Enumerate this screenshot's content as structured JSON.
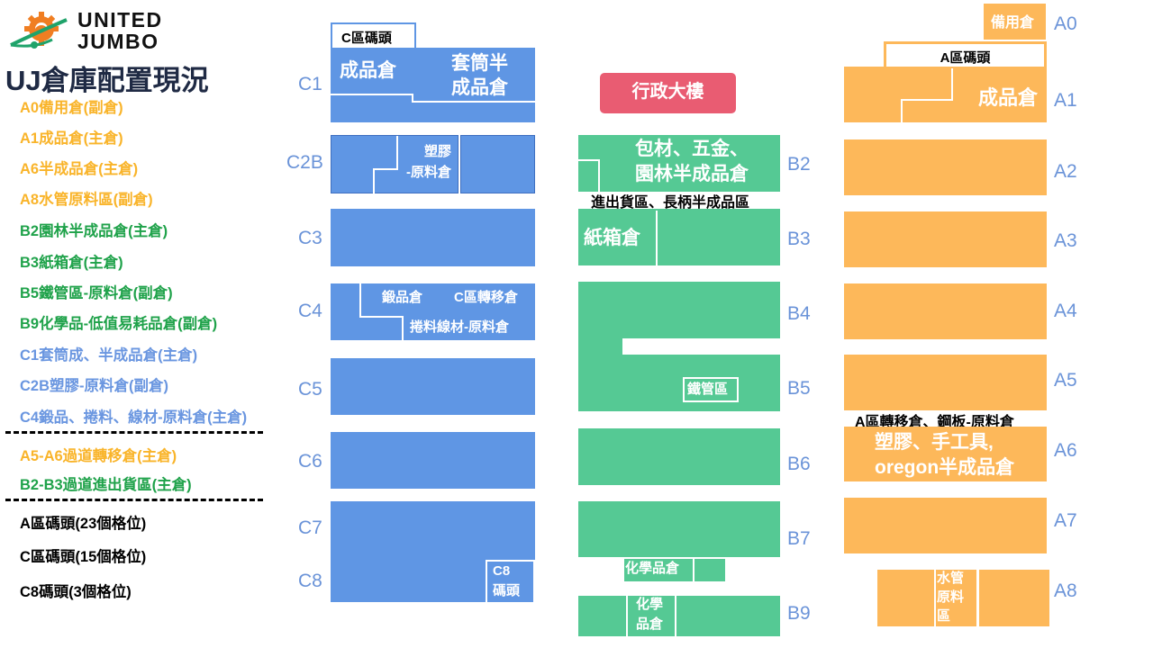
{
  "logo": {
    "line1": "UNITED",
    "line2": "JUMBO"
  },
  "title": "UJ倉庫配置現況",
  "legend": {
    "group1": [
      {
        "text": "A0備用倉(副倉)",
        "color": "#F9B42A"
      },
      {
        "text": "A1成品倉(主倉)",
        "color": "#F9B42A"
      },
      {
        "text": "A6半成品倉(主倉)",
        "color": "#F9B42A"
      },
      {
        "text": "A8水管原料區(副倉)",
        "color": "#F9B42A"
      },
      {
        "text": "B2園林半成品倉(主倉)",
        "color": "#1FA24A"
      },
      {
        "text": "B3紙箱倉(主倉)",
        "color": "#1FA24A"
      },
      {
        "text": "B5鐵管區-原料倉(副倉)",
        "color": "#1FA24A"
      },
      {
        "text": "B9化學品-低值易耗品倉(副倉)",
        "color": "#1FA24A"
      },
      {
        "text": "C1套筒成、半成品倉(主倉)",
        "color": "#6A96E0"
      },
      {
        "text": "C2B塑膠-原料倉(副倉)",
        "color": "#6A96E0"
      },
      {
        "text": "C4鍛品、捲料、線材-原料倉(主倉)",
        "color": "#6A96E0"
      }
    ],
    "group2": [
      {
        "text": "A5-A6過道轉移倉(主倉)",
        "color": "#F9B42A"
      },
      {
        "text": "B2-B3過道進出貨區(主倉)",
        "color": "#1FA24A"
      }
    ],
    "group3": [
      {
        "text": "A區碼頭(23個格位)"
      },
      {
        "text": "C區碼頭(15個格位)"
      },
      {
        "text": "C8碼頭(3個格位)"
      }
    ]
  },
  "colors": {
    "zone_a": "#FDB85A",
    "zone_b": "#55C994",
    "zone_c": "#5F96E4",
    "admin": "#E95C72"
  },
  "zone_c": {
    "dock": "C區碼頭",
    "c1_left": "成品倉",
    "c1_right_1": "套筒半",
    "c1_right_2": "成品倉",
    "c2b_1": "塑膠",
    "c2b_2": "-原料倉",
    "c4_forge": "鍛品倉",
    "c4_transfer": "C區轉移倉",
    "c4_coil": "捲料線材-原料倉",
    "c8_dock_1": "C8",
    "c8_dock_2": "碼頭",
    "labels": {
      "c1": "C1",
      "c2b": "C2B",
      "c3": "C3",
      "c4": "C4",
      "c5": "C5",
      "c6": "C6",
      "c7": "C7",
      "c8": "C8"
    }
  },
  "zone_b": {
    "admin": "行政大樓",
    "b2_1": "包材、五金、",
    "b2_2": "園林半成品倉",
    "aisle": "進出貨區、長柄半成品區",
    "b3": "紙箱倉",
    "b5": "鐵管區",
    "chem_small": "化學品倉",
    "b9_1": "化學",
    "b9_2": "品倉",
    "labels": {
      "b2": "B2",
      "b3": "B3",
      "b4": "B4",
      "b5": "B5",
      "b6": "B6",
      "b7": "B7",
      "b9": "B9"
    }
  },
  "zone_a": {
    "a0": "備用倉",
    "dock": "A區碼頭",
    "a1": "成品倉",
    "aisle": "A區轉移倉、鋼板-原料倉",
    "a6_1": "塑膠、手工具,",
    "a6_2": "oregon半成品倉",
    "a8_1": "水管",
    "a8_2": "原料",
    "a8_3": "區",
    "labels": {
      "a0": "A0",
      "a1": "A1",
      "a2": "A2",
      "a3": "A3",
      "a4": "A4",
      "a5": "A5",
      "a6": "A6",
      "a7": "A7",
      "a8": "A8"
    }
  }
}
